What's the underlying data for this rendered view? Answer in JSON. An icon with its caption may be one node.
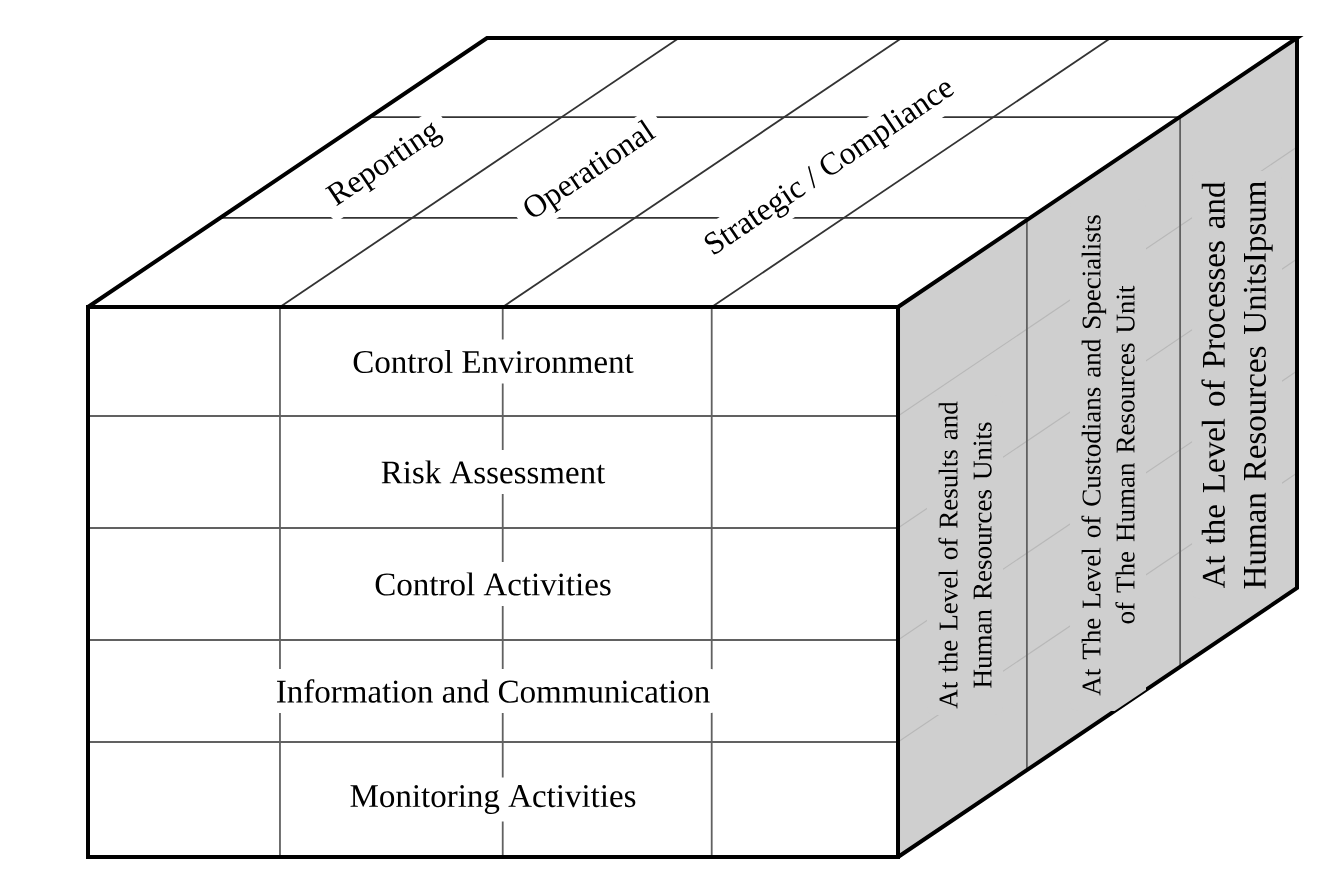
{
  "diagram": {
    "nodes": [
      {
        "text": [
          "Reporting"
        ]
      },
      {
        "text": [
          "Operational"
        ]
      },
      {
        "text": [
          "Strategic / Compliance"
        ]
      },
      {
        "text": [
          "Control Environment"
        ]
      },
      {
        "text": [
          "Risk Assessment"
        ]
      },
      {
        "text": [
          "Control Activities"
        ]
      },
      {
        "text": [
          "Information and Communication"
        ]
      },
      {
        "text": [
          "Monitoring Activities"
        ]
      },
      {
        "text": [
          "At the Level of Results and Human Resources Units"
        ]
      },
      {
        "text": [
          "At The Level of Custodians and Specialists of The Human Resources Unit"
        ]
      },
      {
        "text": [
          "At the Level of Processes and Human Resources UnitsIpsum"
        ]
      }
    ]
  }
}
